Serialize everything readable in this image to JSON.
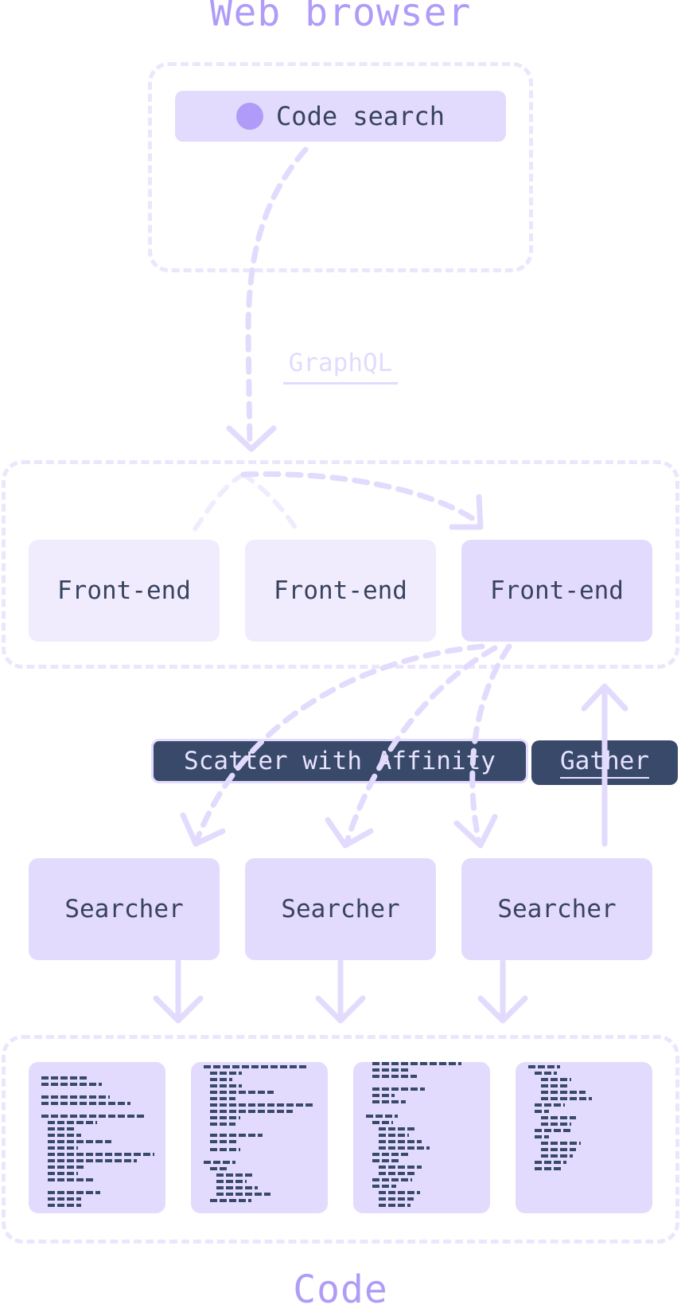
{
  "diagram": {
    "browser_group": {
      "title": "Web browser",
      "search_label": "Code search"
    },
    "protocol_label": "GraphQL",
    "frontends": [
      "Front-end",
      "Front-end",
      "Front-end"
    ],
    "scatter_label": "Scatter with Affinity",
    "gather_label": "Gather",
    "searchers": [
      "Searcher",
      "Searcher",
      "Searcher"
    ],
    "code_group": {
      "title": "Code",
      "card_count": 4
    }
  },
  "colors": {
    "accent_purple": "#b09cf8",
    "light_purple": "#e3dbfd",
    "pale_purple": "#f0ecfe",
    "dashed_border": "#ece6fd",
    "dark_navy": "#38496a",
    "text_dark": "#38435f"
  }
}
